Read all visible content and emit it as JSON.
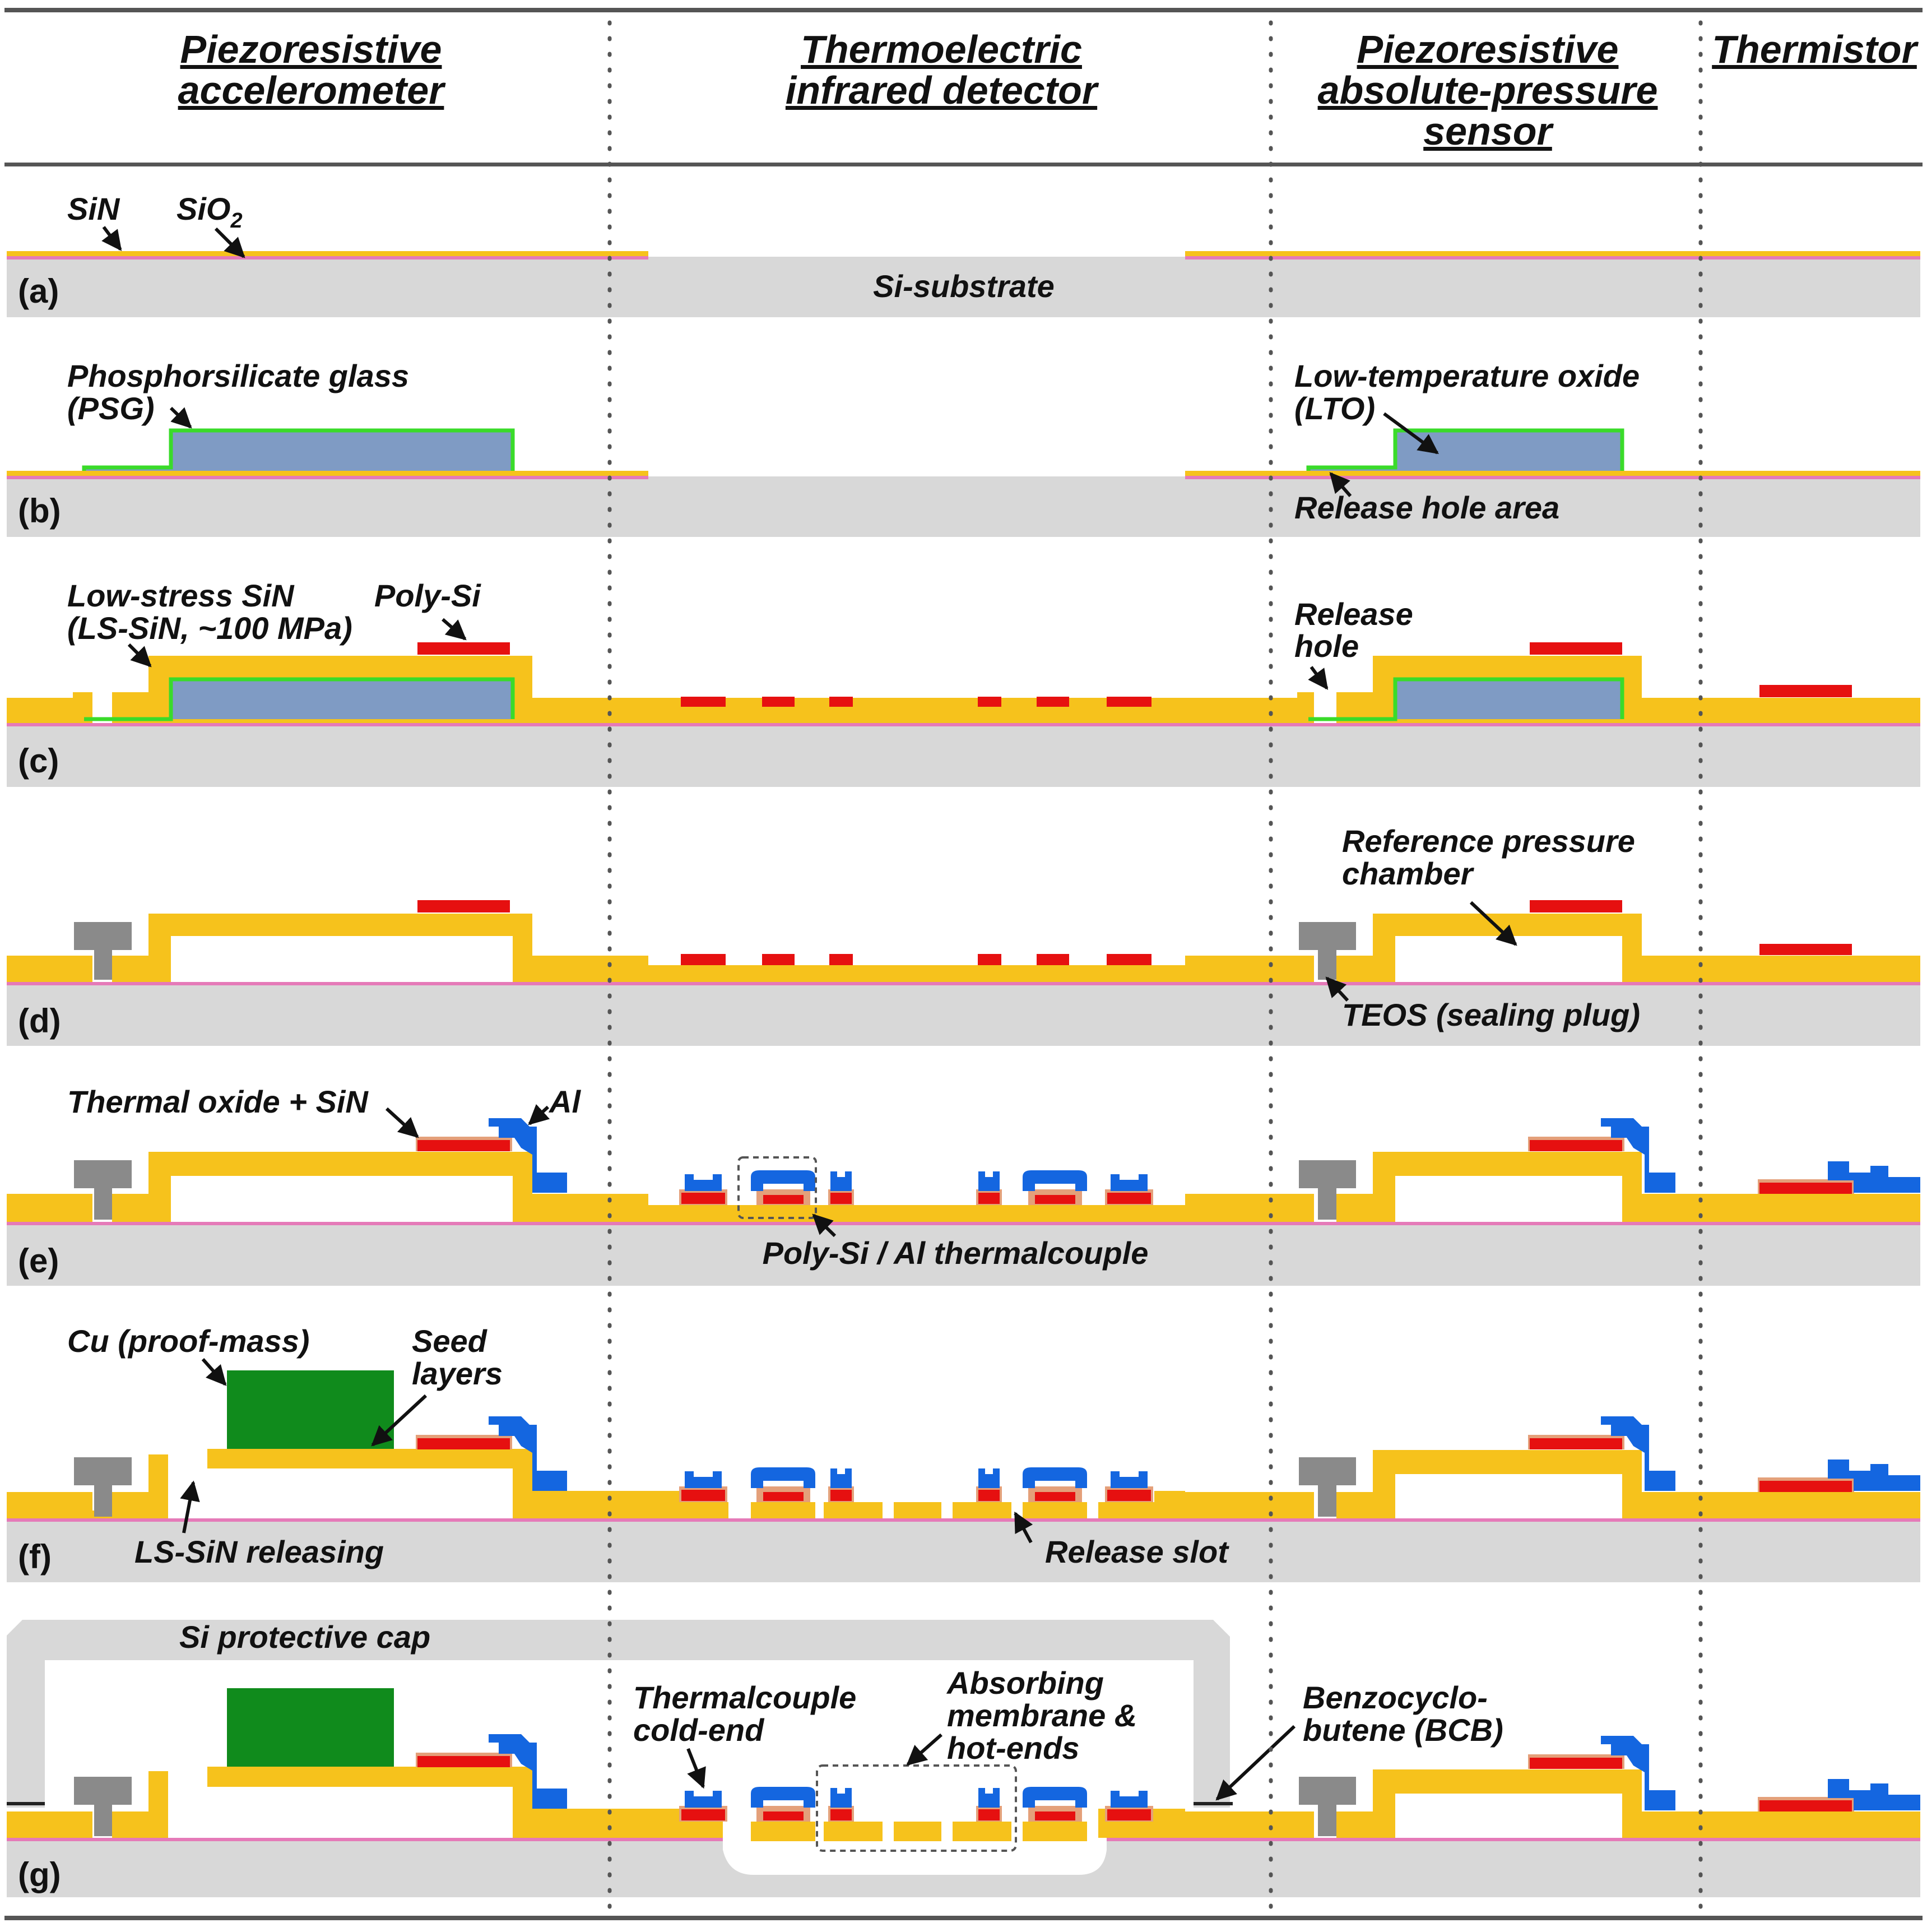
{
  "headers": {
    "col1": [
      "Piezoresistive",
      "accelerometer"
    ],
    "col2": [
      "Thermoelectric",
      "infrared detector"
    ],
    "col3": [
      "Piezoresistive",
      "absolute-pressure",
      "sensor"
    ],
    "col4": [
      "Thermistor"
    ]
  },
  "steps": [
    "(a)",
    "(b)",
    "(c)",
    "(d)",
    "(e)",
    "(f)",
    "(g)"
  ],
  "labels": {
    "sin": "SiN",
    "sio2": "SiO",
    "sio2_sub": "2",
    "si_substrate": "Si-substrate",
    "psg_1": "Phosphorsilicate glass",
    "psg_2": "(PSG)",
    "lto_1": "Low-temperature oxide",
    "lto_2": "(LTO)",
    "release_hole_area": "Release hole area",
    "ls_sin_1": "Low-stress SiN",
    "ls_sin_2": "(LS-SiN, ~100 MPa)",
    "poly_si": "Poly-Si",
    "release_hole_1": "Release",
    "release_hole_2": "hole",
    "ref_chamber_1": "Reference pressure",
    "ref_chamber_2": "chamber",
    "teos": "TEOS (sealing plug)",
    "thermal_oxide": "Thermal oxide + SiN",
    "al": "Al",
    "thermocouple": "Poly-Si / Al thermalcouple",
    "cu_mass": "Cu (proof-mass)",
    "seed_1": "Seed",
    "seed_2": "layers",
    "ls_sin_releasing": "LS-SiN releasing",
    "release_slot": "Release slot",
    "si_cap": "Si protective cap",
    "tc_cold_1": "Thermalcouple",
    "tc_cold_2": "cold-end",
    "absorb_1": "Absorbing",
    "absorb_2": "membrane &",
    "absorb_3": "hot-ends",
    "bcb_1": "Benzocyclo-",
    "bcb_2": "butene (BCB)"
  },
  "colors": {
    "substrate": "#d8d8d8",
    "sin_layer": "#f6c21c",
    "sio2_layer": "#e57ab8",
    "psg": "#7f9bc4",
    "psg_edge": "#3adb2a",
    "poly_si": "#e61010",
    "aluminum": "#1466e0",
    "teos": "#8a8a8a",
    "copper": "#108b1c",
    "thermal_oxide": "#e4a07a",
    "divider": "#555555"
  }
}
